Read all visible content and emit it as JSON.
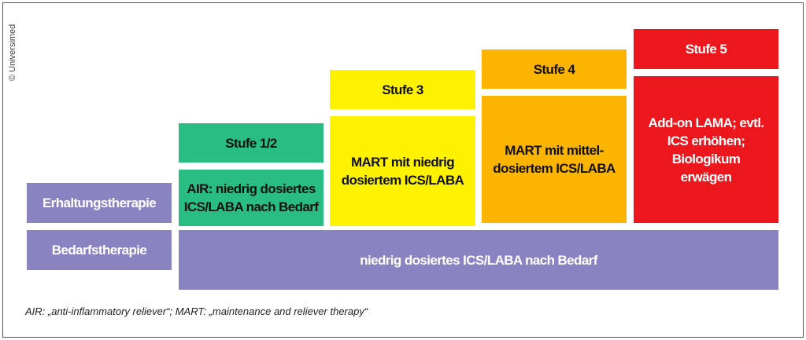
{
  "copyright": "© Universimed",
  "colors": {
    "purple": "#8a83c1",
    "green": "#29bd84",
    "yellow": "#fff200",
    "orange": "#fbb500",
    "red": "#ec161d"
  },
  "rows": {
    "maintenance": "Erhaltungstherapie",
    "as_needed": "Bedarfstherapie"
  },
  "steps": [
    {
      "header": "Stufe 1/2",
      "body": "AIR: niedrig dosiertes ICS/LABA nach Bedarf"
    },
    {
      "header": "Stufe 3",
      "body": "MART mit niedrig dosiertem ICS/LABA"
    },
    {
      "header": "Stufe 4",
      "body": "MART mit mittel-dosiertem ICS/LABA"
    },
    {
      "header": "Stufe 5",
      "body": "Add-on LAMA; evtl. ICS erhöhen; Biologikum erwägen"
    }
  ],
  "as_needed_bar": "niedrig dosiertes ICS/LABA nach Bedarf",
  "footnote": "AIR: „anti-inflammatory reliever“; MART: „maintenance and reliever therapy“"
}
